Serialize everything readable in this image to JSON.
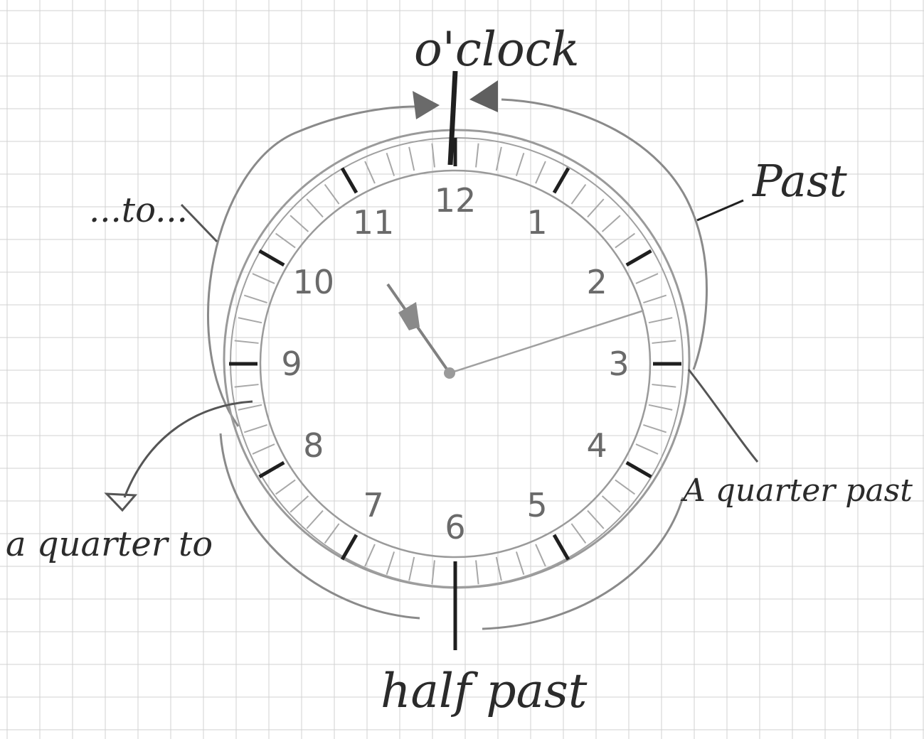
{
  "colors": {
    "paper": "#ffffff",
    "grid": "#d2d2d2",
    "pencil_dark": "#1f1f1f",
    "pencil_mid": "#555555",
    "pencil_light": "#8a8a8a",
    "pencil_faint": "#a8a8a8"
  },
  "labels": {
    "oclock": "o'clock",
    "past": "Past",
    "to": "...to...",
    "quarter_past": "A quarter past",
    "quarter_to": "a quarter to",
    "half_past": "half past"
  },
  "clock": {
    "numbers": [
      "12",
      "1",
      "2",
      "3",
      "4",
      "5",
      "6",
      "7",
      "8",
      "9",
      "10",
      "11"
    ],
    "hour_hand_points_to": "11",
    "minute_hand_points_to_minute": 13
  },
  "icons": {
    "arrow_right": "arrow-head-icon",
    "arrow_left": "arrow-head-icon"
  }
}
